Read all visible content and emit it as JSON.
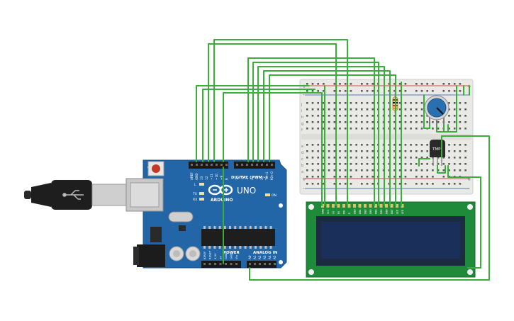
{
  "colors": {
    "wire": "#3aad3a",
    "board": "#2266a8",
    "lcd_pcb": "#1f8a3a",
    "lcd_screen": "#1a2f5a",
    "breadboard": "#e9e9e6",
    "rail_red": "#d44a4a",
    "rail_blue": "#5577bb",
    "pot_knob": "#2a6fb0"
  },
  "arduino": {
    "brand": "ARDUINO",
    "model": "UNO",
    "digital_label": "DIGITAL (PWM~)",
    "power_label": "POWER",
    "analog_label": "ANALOG IN",
    "on_label": "ON",
    "led_labels": [
      "L",
      "TX",
      "RX"
    ],
    "digital_pins": [
      "AREF",
      "GND",
      "13",
      "12",
      "~11",
      "~10",
      "~9",
      "8",
      "7",
      "~6",
      "~5",
      "4",
      "~3",
      "2",
      "TX→1",
      "RX←0"
    ],
    "power_pins": [
      "IOREF",
      "RESET",
      "3.3V",
      "5V",
      "GND",
      "GND",
      "Vin"
    ],
    "analog_pins": [
      "A0",
      "A1",
      "A2",
      "A3",
      "A4",
      "A5"
    ]
  },
  "breadboard": {
    "row_letters_top": [
      "j",
      "i",
      "h",
      "g",
      "f"
    ],
    "row_letters_bottom": [
      "e",
      "d",
      "c",
      "b",
      "a"
    ],
    "rail_plus": "+",
    "rail_minus": "-"
  },
  "sensor": {
    "label": "TMP"
  },
  "lcd": {
    "pins": [
      "GND",
      "VCC",
      "V0",
      "RS",
      "RW",
      "E",
      "DB0",
      "DB1",
      "DB2",
      "DB3",
      "DB4",
      "DB5",
      "DB6",
      "DB7",
      "LED",
      "LED"
    ]
  }
}
